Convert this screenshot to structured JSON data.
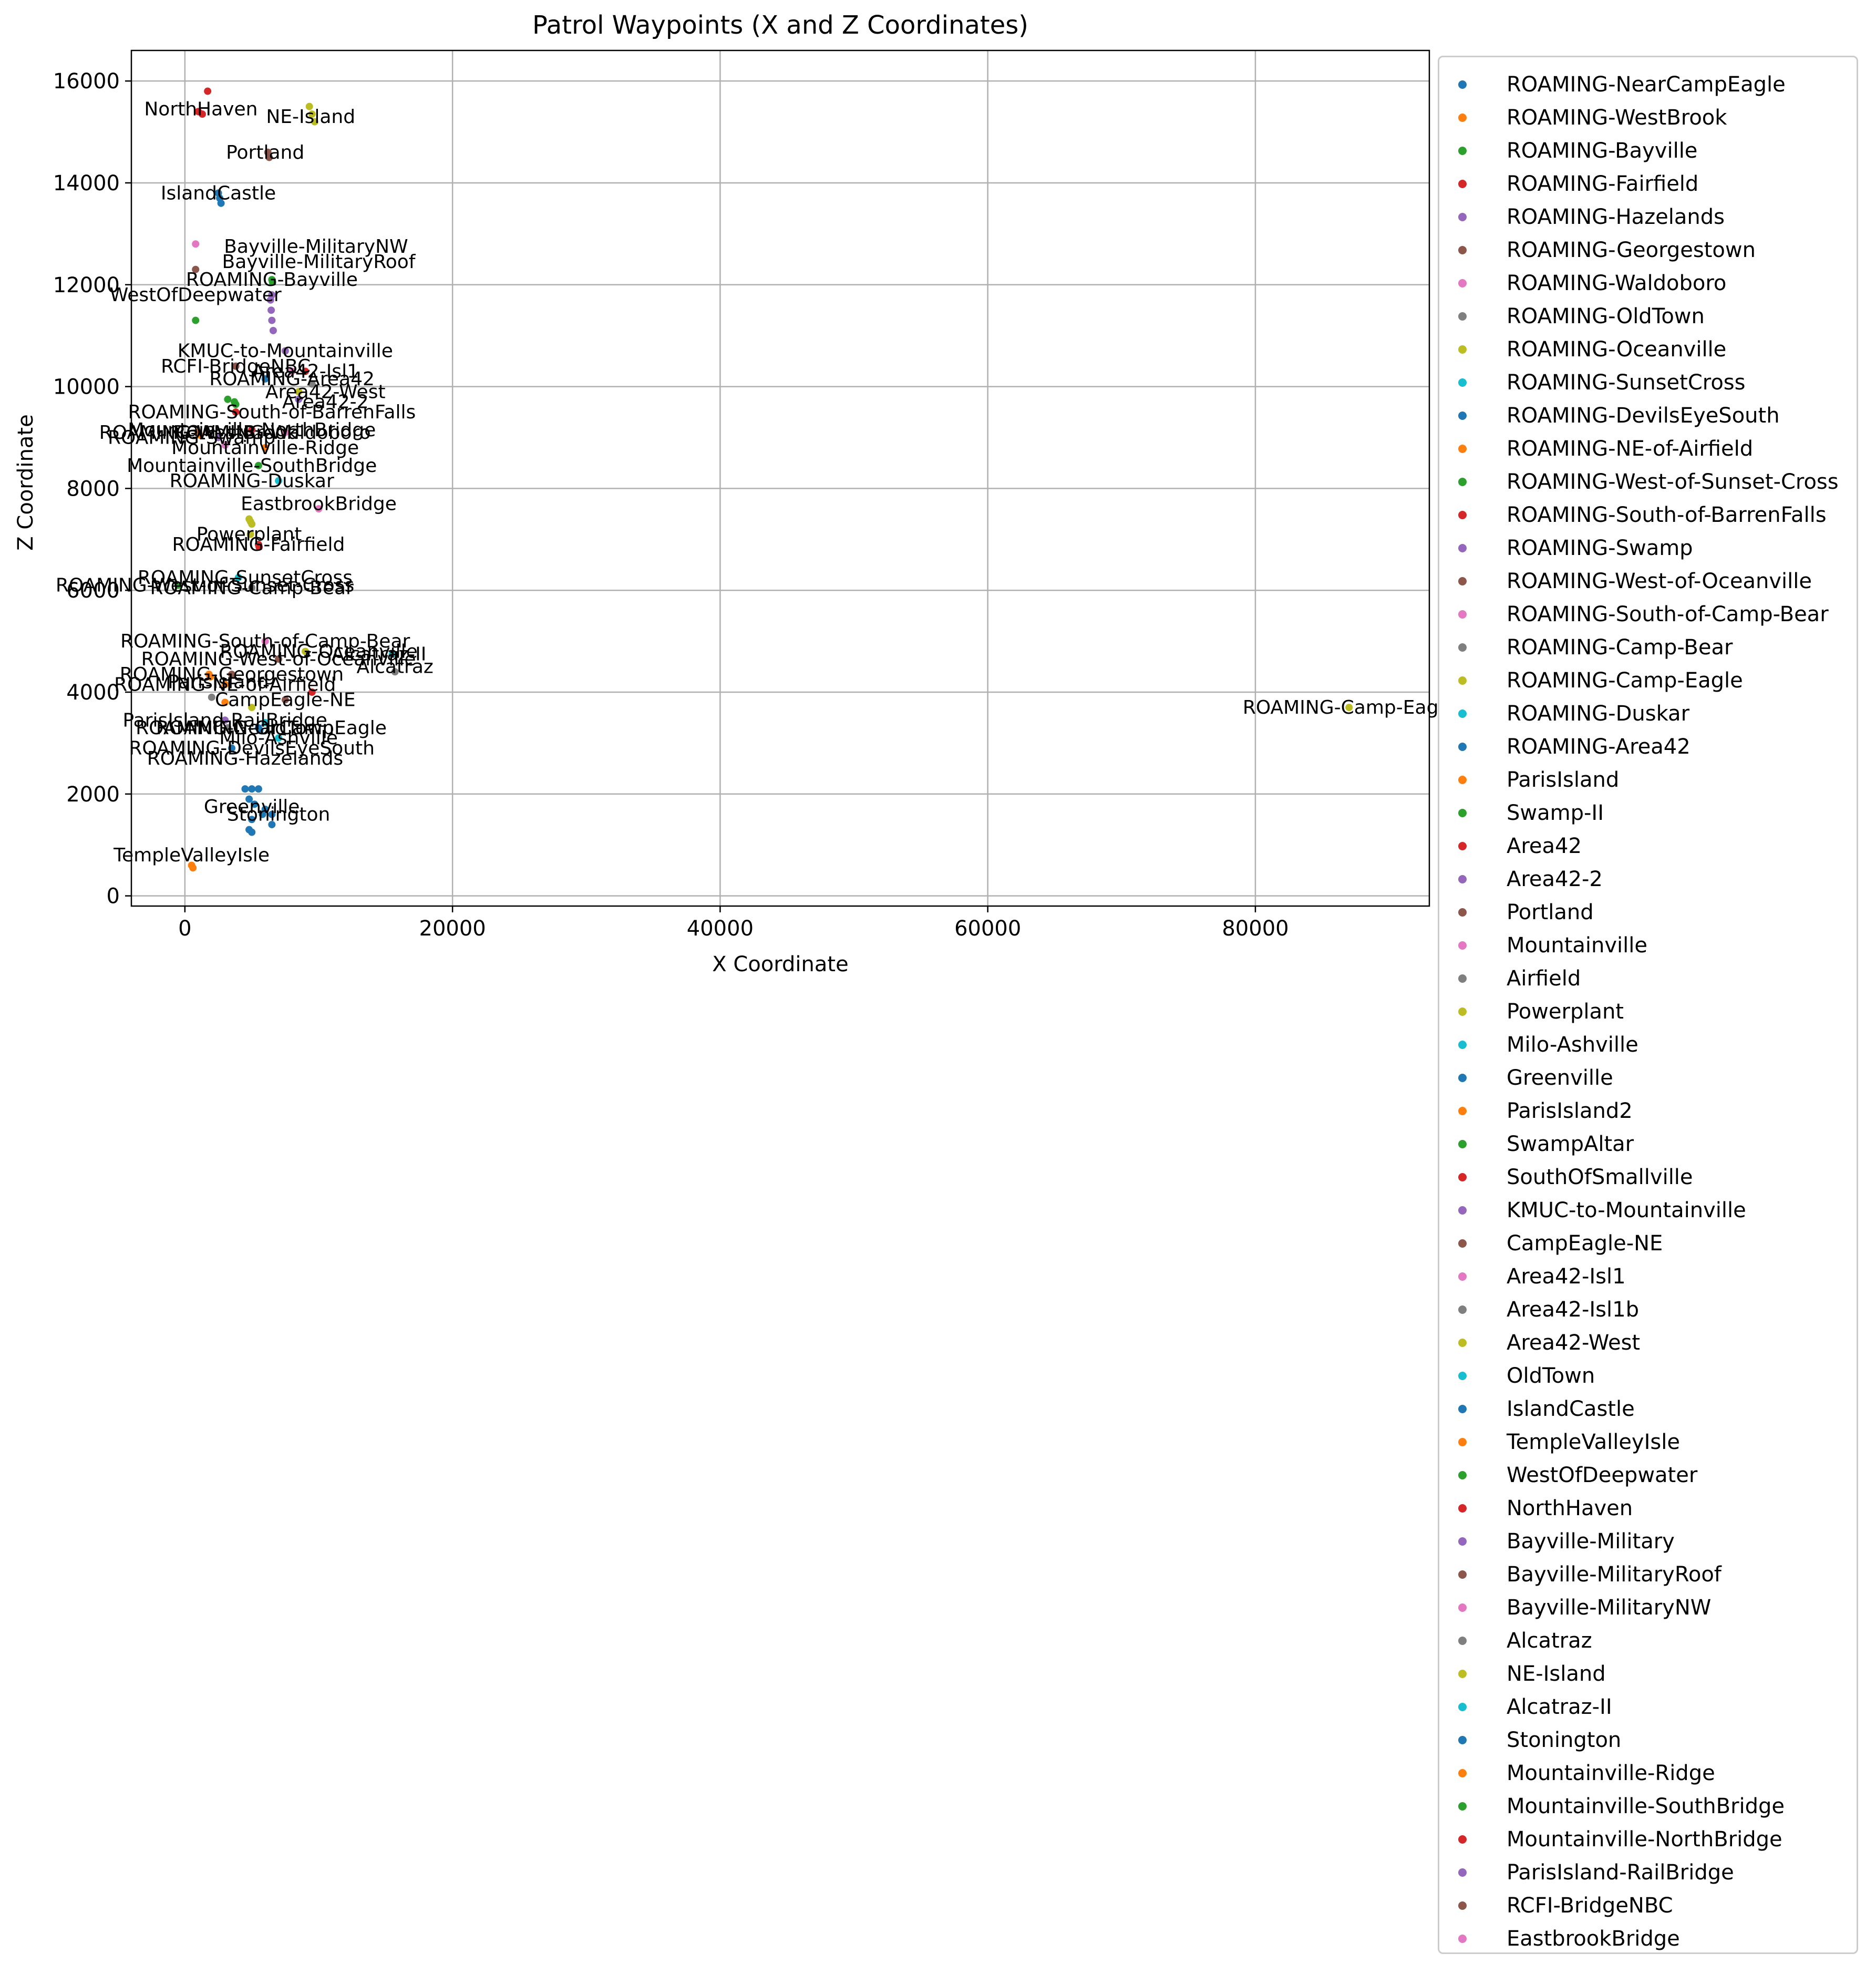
{
  "chart_data": {
    "type": "scatter",
    "title": "Patrol Waypoints (X and Z Coordinates)",
    "xlabel": "X Coordinate",
    "ylabel": "Z Coordinate",
    "xlim": [
      -4000,
      93000
    ],
    "ylim": [
      -200,
      16600
    ],
    "xticks": [
      0,
      20000,
      40000,
      60000,
      80000
    ],
    "yticks": [
      0,
      2000,
      4000,
      6000,
      8000,
      10000,
      12000,
      14000,
      16000
    ],
    "grid": true,
    "legend_placement": "outside-right",
    "series": [
      {
        "name": "ROAMING-NearCampEagle",
        "color": "#1f77b4",
        "points": [
          [
            5500,
            3300
          ],
          [
            5600,
            3250
          ]
        ],
        "label": "ROAMING-NearCampEagle",
        "label_at": [
          5700,
          3300
        ]
      },
      {
        "name": "ROAMING-WestBrook",
        "color": "#ff7f0e",
        "points": [
          [
            1000,
            9100
          ],
          [
            1100,
            9050
          ]
        ],
        "label": "ROAMING-WestBrook",
        "label_at": [
          1000,
          9100
        ]
      },
      {
        "name": "ROAMING-Bayville",
        "color": "#2ca02c",
        "points": [
          [
            6500,
            12100
          ],
          [
            6550,
            12050
          ]
        ],
        "label": "ROAMING-Bayville",
        "label_at": [
          6500,
          12100
        ]
      },
      {
        "name": "ROAMING-Fairfield",
        "color": "#d62728",
        "points": [
          [
            5500,
            6900
          ],
          [
            5550,
            6850
          ]
        ],
        "label": "ROAMING-Fairfield",
        "label_at": [
          5500,
          6900
        ]
      },
      {
        "name": "ROAMING-Hazelands",
        "color": "#9467bd",
        "points": [
          [
            6400,
            11700
          ],
          [
            6450,
            11500
          ],
          [
            6500,
            11300
          ],
          [
            6600,
            11100
          ]
        ],
        "label": "ROAMING-Hazelands",
        "label_at": [
          4500,
          2700
        ]
      },
      {
        "name": "ROAMING-Georgestown",
        "color": "#8c564b",
        "points": [
          [
            3500,
            4350
          ]
        ],
        "label": "ROAMING-Georgestown",
        "label_at": [
          3500,
          4350
        ]
      },
      {
        "name": "ROAMING-Waldoboro",
        "color": "#e377c2",
        "points": [
          [
            7500,
            9100
          ]
        ],
        "label": "ROAMING-Waldoboro",
        "label_at": [
          6500,
          9100
        ]
      },
      {
        "name": "ROAMING-OldTown",
        "color": "#7f7f7f",
        "points": [
          [
            3200,
            3300
          ]
        ],
        "label": "ROAMING-OldTown",
        "label_at": [
          4500,
          3300
        ]
      },
      {
        "name": "ROAMING-Oceanville",
        "color": "#bcbd22",
        "points": [
          [
            9000,
            4800
          ]
        ],
        "label": "ROAMING-Oceanville",
        "label_at": [
          10000,
          4800
        ]
      },
      {
        "name": "ROAMING-SunsetCross",
        "color": "#17becf",
        "points": [
          [
            4000,
            6250
          ]
        ],
        "label": "ROAMING-SunsetCross",
        "label_at": [
          4500,
          6250
        ]
      },
      {
        "name": "ROAMING-DevilsEyeSouth",
        "color": "#1f77b4",
        "points": [
          [
            3500,
            2900
          ]
        ],
        "label": "ROAMING-DevilsEyeSouth",
        "label_at": [
          5000,
          2900
        ]
      },
      {
        "name": "ROAMING-NE-of-Airfield",
        "color": "#ff7f0e",
        "points": [
          [
            3000,
            4150
          ]
        ],
        "label": "ROAMING-NE-of-Airfield",
        "label_at": [
          3000,
          4150
        ]
      },
      {
        "name": "ROAMING-West-of-Sunset-Cross",
        "color": "#2ca02c",
        "points": [
          [
            -500,
            6100
          ]
        ],
        "label": "ROAMING-West-of-Sunset-Cross",
        "label_at": [
          1500,
          6100
        ]
      },
      {
        "name": "ROAMING-South-of-BarrenFalls",
        "color": "#d62728",
        "points": [
          [
            3800,
            9500
          ]
        ],
        "label": "ROAMING-South-of-BarrenFalls",
        "label_at": [
          6500,
          9500
        ]
      },
      {
        "name": "ROAMING-Swamp",
        "color": "#9467bd",
        "points": [
          [
            2500,
            9000
          ]
        ],
        "label": "ROAMING-Swamp",
        "label_at": [
          500,
          9000
        ]
      },
      {
        "name": "ROAMING-West-of-Oceanville",
        "color": "#8c564b",
        "points": [
          [
            7000,
            4650
          ]
        ],
        "label": "ROAMING-West-of-Oceanville",
        "label_at": [
          7000,
          4650
        ]
      },
      {
        "name": "ROAMING-South-of-Camp-Bear",
        "color": "#e377c2",
        "points": [
          [
            6000,
            5000
          ]
        ],
        "label": "ROAMING-South-of-Camp-Bear",
        "label_at": [
          6000,
          5000
        ]
      },
      {
        "name": "ROAMING-Camp-Bear",
        "color": "#7f7f7f",
        "points": [
          [
            5000,
            6050
          ]
        ],
        "label": "ROAMING-Camp-Bear",
        "label_at": [
          5000,
          6050
        ]
      },
      {
        "name": "ROAMING-Camp-Eagle",
        "color": "#bcbd22",
        "points": [
          [
            5000,
            3700
          ],
          [
            87000,
            3700
          ]
        ],
        "label": "ROAMING-Camp-Eagle",
        "label_at": [
          87000,
          3700
        ]
      },
      {
        "name": "ROAMING-Duskar",
        "color": "#17becf",
        "points": [
          [
            7000,
            8150
          ]
        ],
        "label": "ROAMING-Duskar",
        "label_at": [
          5000,
          8150
        ]
      },
      {
        "name": "ROAMING-Area42",
        "color": "#1f77b4",
        "points": [
          [
            6000,
            10150
          ]
        ],
        "label": "ROAMING-Area42",
        "label_at": [
          8000,
          10150
        ]
      },
      {
        "name": "ParisIsland",
        "color": "#ff7f0e",
        "points": [
          [
            1800,
            4350
          ],
          [
            1900,
            4300
          ]
        ],
        "label": "ParisIsland",
        "label_at": [
          2500,
          4200
        ]
      },
      {
        "name": "Swamp-II",
        "color": "#2ca02c",
        "points": [
          [
            3700,
            9700
          ],
          [
            3800,
            9650
          ]
        ],
        "label": "",
        "label_at": [
          0,
          0
        ]
      },
      {
        "name": "Area42",
        "color": "#d62728",
        "points": [
          [
            9000,
            10300
          ]
        ],
        "label": "",
        "label_at": [
          0,
          0
        ]
      },
      {
        "name": "Area42-2",
        "color": "#9467bd",
        "points": [
          [
            8500,
            9750
          ]
        ],
        "label": "Area42-2",
        "label_at": [
          10500,
          9700
        ]
      },
      {
        "name": "Portland",
        "color": "#8c564b",
        "points": [
          [
            6200,
            14600
          ],
          [
            6300,
            14500
          ]
        ],
        "label": "Portland",
        "label_at": [
          6000,
          14600
        ]
      },
      {
        "name": "Mountainville",
        "color": "#e377c2",
        "points": [
          [
            3000,
            8850
          ]
        ],
        "label": "",
        "label_at": [
          0,
          0
        ]
      },
      {
        "name": "Airfield",
        "color": "#7f7f7f",
        "points": [
          [
            2000,
            3900
          ]
        ],
        "label": "",
        "label_at": [
          0,
          0
        ]
      },
      {
        "name": "Powerplant",
        "color": "#bcbd22",
        "points": [
          [
            4800,
            7400
          ],
          [
            4900,
            7350
          ],
          [
            5000,
            7300
          ],
          [
            4900,
            7100
          ]
        ],
        "label": "Powerplant",
        "label_at": [
          4800,
          7100
        ]
      },
      {
        "name": "Milo-Ashville",
        "color": "#17becf",
        "points": [
          [
            7000,
            3100
          ]
        ],
        "label": "Milo-Ashville",
        "label_at": [
          7000,
          3100
        ]
      },
      {
        "name": "Greenville",
        "color": "#1f77b4",
        "points": [
          [
            4500,
            2100
          ],
          [
            5000,
            2100
          ],
          [
            5500,
            2100
          ],
          [
            4800,
            1900
          ],
          [
            5200,
            1800
          ],
          [
            6000,
            1700
          ],
          [
            5000,
            1500
          ],
          [
            4800,
            1300
          ],
          [
            5000,
            1250
          ],
          [
            6500,
            1400
          ],
          [
            5800,
            1600
          ]
        ],
        "label": "Greenville",
        "label_at": [
          5000,
          1750
        ]
      },
      {
        "name": "ParisIsland2",
        "color": "#ff7f0e",
        "points": [
          [
            3000,
            3800
          ]
        ],
        "label": "",
        "label_at": [
          0,
          0
        ]
      },
      {
        "name": "SwampAltar",
        "color": "#2ca02c",
        "points": [
          [
            3200,
            9750
          ]
        ],
        "label": "",
        "label_at": [
          0,
          0
        ]
      },
      {
        "name": "SouthOfSmallville",
        "color": "#d62728",
        "points": [
          [
            9500,
            4000
          ]
        ],
        "label": "",
        "label_at": [
          0,
          0
        ]
      },
      {
        "name": "KMUC-to-Mountainville",
        "color": "#9467bd",
        "points": [
          [
            7500,
            10700
          ]
        ],
        "label": "KMUC-to-Mountainville",
        "label_at": [
          7500,
          10700
        ]
      },
      {
        "name": "CampEagle-NE",
        "color": "#8c564b",
        "points": [
          [
            7500,
            3850
          ]
        ],
        "label": "CampEagle-NE",
        "label_at": [
          7500,
          3850
        ]
      },
      {
        "name": "Area42-Isl1",
        "color": "#e377c2",
        "points": [
          [
            8000,
            10300
          ]
        ],
        "label": "Area42-Isl1",
        "label_at": [
          9000,
          10300
        ]
      },
      {
        "name": "Area42-Isl1b",
        "color": "#7f7f7f",
        "points": [
          [
            9500,
            10050
          ]
        ],
        "label": "",
        "label_at": [
          0,
          0
        ]
      },
      {
        "name": "Area42-West",
        "color": "#bcbd22",
        "points": [
          [
            8500,
            9900
          ]
        ],
        "label": "Area42-West",
        "label_at": [
          10500,
          9900
        ]
      },
      {
        "name": "OldTown",
        "color": "#17becf",
        "points": [
          [
            6000,
            3400
          ]
        ],
        "label": "",
        "label_at": [
          0,
          0
        ]
      },
      {
        "name": "IslandCastle",
        "color": "#1f77b4",
        "points": [
          [
            2500,
            13800
          ],
          [
            2600,
            13700
          ],
          [
            2700,
            13600
          ]
        ],
        "label": "IslandCastle",
        "label_at": [
          2500,
          13800
        ]
      },
      {
        "name": "TempleValleyIsle",
        "color": "#ff7f0e",
        "points": [
          [
            500,
            600
          ],
          [
            600,
            550
          ]
        ],
        "label": "TempleValleyIsle",
        "label_at": [
          500,
          800
        ]
      },
      {
        "name": "WestOfDeepwater",
        "color": "#2ca02c",
        "points": [
          [
            800,
            11300
          ]
        ],
        "label": "WestOfDeepwater",
        "label_at": [
          800,
          11800
        ]
      },
      {
        "name": "NorthHaven",
        "color": "#d62728",
        "points": [
          [
            1700,
            15800
          ],
          [
            1000,
            15400
          ],
          [
            1300,
            15350
          ]
        ],
        "label": "NorthHaven",
        "label_at": [
          1200,
          15450
        ]
      },
      {
        "name": "Bayville-Military",
        "color": "#9467bd",
        "points": [
          [
            6500,
            11800
          ]
        ],
        "label": "",
        "label_at": [
          0,
          0
        ]
      },
      {
        "name": "Bayville-MilitaryRoof",
        "color": "#8c564b",
        "points": [
          [
            800,
            12300
          ]
        ],
        "label": "Bayville-MilitaryRoof",
        "label_at": [
          10000,
          12450
        ]
      },
      {
        "name": "Bayville-MilitaryNW",
        "color": "#e377c2",
        "points": [
          [
            800,
            12800
          ]
        ],
        "label": "Bayville-MilitaryNW",
        "label_at": [
          9800,
          12750
        ]
      },
      {
        "name": "Alcatraz",
        "color": "#7f7f7f",
        "points": [
          [
            15700,
            4400
          ]
        ],
        "label": "Alcatraz",
        "label_at": [
          15700,
          4500
        ]
      },
      {
        "name": "NE-Island",
        "color": "#bcbd22",
        "points": [
          [
            9300,
            15500
          ],
          [
            9700,
            15200
          ],
          [
            9500,
            15350
          ]
        ],
        "label": "NE-Island",
        "label_at": [
          9400,
          15300
        ]
      },
      {
        "name": "Alcatraz-II",
        "color": "#17becf",
        "points": [
          [
            15500,
            4750
          ]
        ],
        "label": "Alcatraz-II",
        "label_at": [
          14500,
          4750
        ]
      },
      {
        "name": "Stonington",
        "color": "#1f77b4",
        "points": [
          [
            6500,
            1600
          ]
        ],
        "label": "Stonington",
        "label_at": [
          7000,
          1600
        ]
      },
      {
        "name": "Mountainville-Ridge",
        "color": "#ff7f0e",
        "points": [
          [
            6000,
            8800
          ]
        ],
        "label": "Mountainville-Ridge",
        "label_at": [
          6000,
          8800
        ]
      },
      {
        "name": "Mountainville-SouthBridge",
        "color": "#2ca02c",
        "points": [
          [
            5500,
            8450
          ]
        ],
        "label": "Mountainville-SouthBridge",
        "label_at": [
          5000,
          8450
        ]
      },
      {
        "name": "Mountainville-NorthBridge",
        "color": "#d62728",
        "points": [
          [
            5000,
            9150
          ]
        ],
        "label": "Mountainville-NorthBridge",
        "label_at": [
          5000,
          9150
        ]
      },
      {
        "name": "ParisIsland-RailBridge",
        "color": "#9467bd",
        "points": [
          [
            3000,
            3450
          ]
        ],
        "label": "ParisIsland-RailBridge",
        "label_at": [
          3000,
          3450
        ]
      },
      {
        "name": "RCFI-BridgeNBC",
        "color": "#8c564b",
        "points": [
          [
            3800,
            10400
          ]
        ],
        "label": "RCFI-BridgeNBC",
        "label_at": [
          3800,
          10400
        ]
      },
      {
        "name": "EastbrookBridge",
        "color": "#e377c2",
        "points": [
          [
            10000,
            7600
          ]
        ],
        "label": "EastbrookBridge",
        "label_at": [
          10000,
          7700
        ]
      }
    ]
  }
}
